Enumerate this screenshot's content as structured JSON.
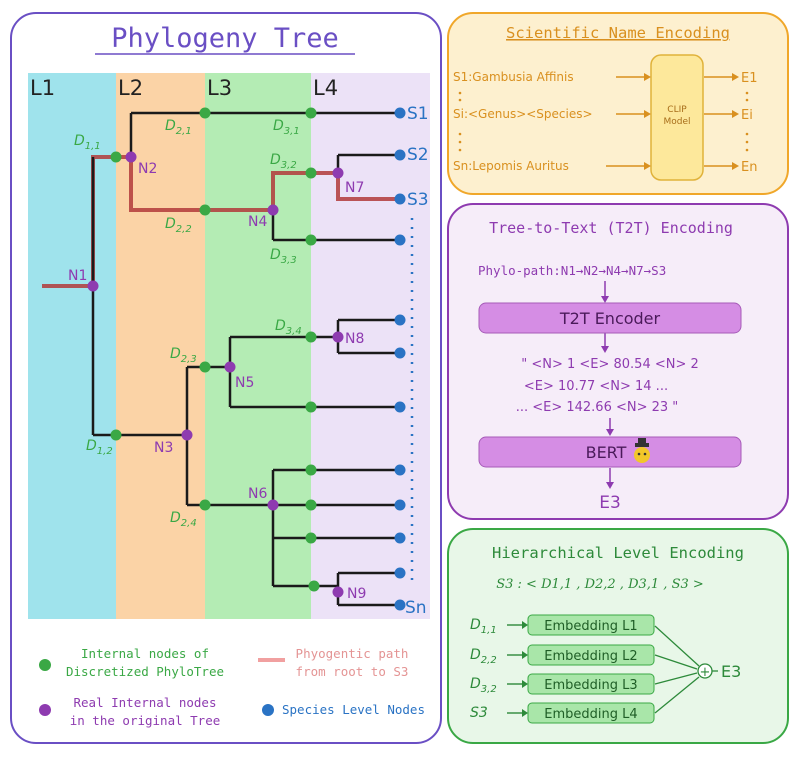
{
  "colors": {
    "tree_border": "#6a4fc4",
    "title": "#6a4fc4",
    "l1_bg": "#9fe3ec",
    "l2_bg": "#fbd3a6",
    "l3_bg": "#b4ecb4",
    "l4_bg": "#ece2f7",
    "internal_node": "#3aa845",
    "real_node": "#8e3bb0",
    "species_node": "#2a73c4",
    "path": "#b23a3a",
    "sci_border": "#f0a72a",
    "sci_text": "#d9901f",
    "t2t_border": "#8e3bb0",
    "t2t_text": "#8e3bb0",
    "hier_border": "#3aa845",
    "hier_text": "#2d8a3a"
  },
  "tree_panel": {
    "title": "Phylogeny Tree",
    "levels": [
      "L1",
      "L2",
      "L3",
      "L4"
    ],
    "real_nodes": [
      "N1",
      "N2",
      "N3",
      "N4",
      "N5",
      "N6",
      "N7",
      "N8",
      "N9"
    ],
    "species": [
      "S1",
      "S2",
      "S3",
      "Sn"
    ],
    "discretized_labels": {
      "d11": {
        "base": "D",
        "sub": "1,1"
      },
      "d12": {
        "base": "D",
        "sub": "1,2"
      },
      "d21": {
        "base": "D",
        "sub": "2,1"
      },
      "d22": {
        "base": "D",
        "sub": "2,2"
      },
      "d23": {
        "base": "D",
        "sub": "2,3"
      },
      "d24": {
        "base": "D",
        "sub": "2,4"
      },
      "d31": {
        "base": "D",
        "sub": "3,1"
      },
      "d32": {
        "base": "D",
        "sub": "3,2"
      },
      "d33": {
        "base": "D",
        "sub": "3,3"
      },
      "d34": {
        "base": "D",
        "sub": "3,4"
      }
    },
    "legend": {
      "internal_line1": "Internal nodes of",
      "internal_line2": "Discretized PhyloTree",
      "path_line1": "Phyogentic path",
      "path_line2": "from root to S3",
      "real_line1": "Real Internal nodes",
      "real_line2": "in the original Tree",
      "species": "Species Level Nodes"
    }
  },
  "sci_panel": {
    "title": "Scientific Name Encoding",
    "inputs": [
      "S1:Gambusia Affinis",
      "Si:<Genus><Species>",
      "Sn:Lepomis Auritus"
    ],
    "model_line1": "CLIP",
    "model_line2": "Model",
    "outputs": [
      "E1",
      "Ei",
      "En"
    ]
  },
  "t2t_panel": {
    "title": "Tree-to-Text (T2T) Encoding",
    "path_label": "Phylo-path:",
    "path_nodes": [
      "N1",
      "N2",
      "N4",
      "N7",
      "S3"
    ],
    "encoder": "T2T Encoder",
    "text_line1": "\" <N> 1 <E> 80.54 <N> 2",
    "text_line2": "<E> 10.77 <N> 14 ...",
    "text_line3": "... <E> 142.66 <N> 23 \"",
    "bert": "BERT",
    "output": "E3"
  },
  "hier_panel": {
    "title": "Hierarchical Level Encoding",
    "sequence": "S3 : < D1,1 , D2,2 , D3,1 , S3 >",
    "rows": [
      {
        "input": "D",
        "sub": "1,1",
        "box": "Embedding L1"
      },
      {
        "input": "D",
        "sub": "2,2",
        "box": "Embedding L2"
      },
      {
        "input": "D",
        "sub": "3,2",
        "box": "Embedding L3"
      },
      {
        "input": "S3",
        "sub": "",
        "box": "Embedding L4"
      }
    ],
    "sum_symbol": "+",
    "output": "E3"
  }
}
